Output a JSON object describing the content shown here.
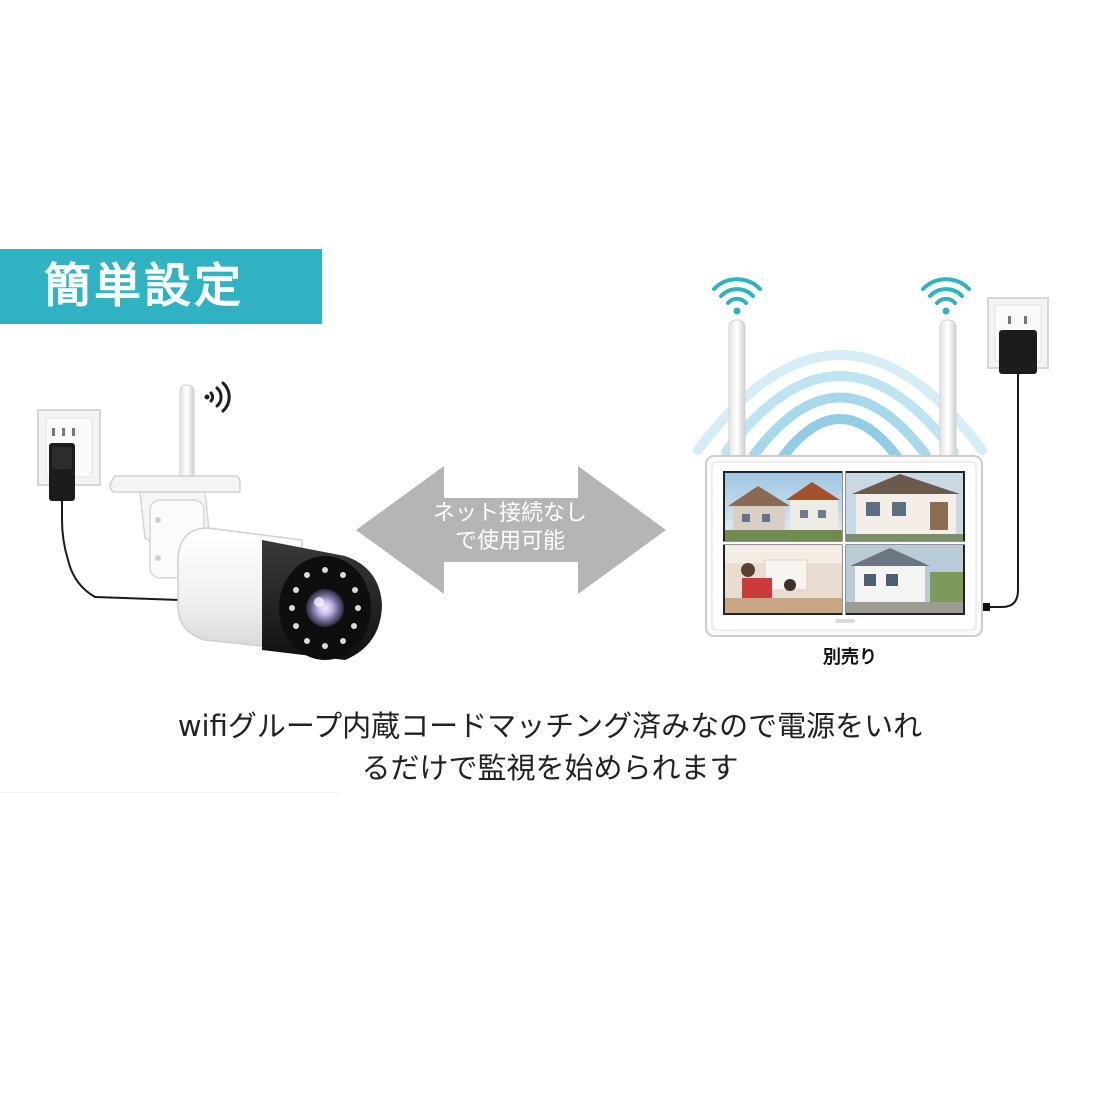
{
  "banner": {
    "title": "簡単設定",
    "color": "#2fb3c3"
  },
  "arrow": {
    "label_line1": "ネット接続なし",
    "label_line2": "で使用可能",
    "color": "#b5b5b5"
  },
  "monitor": {
    "sold_separately": "別売り",
    "accent": "#2fb3c3"
  },
  "caption": {
    "line1": "wifiグループ内蔵コードマッチング済みなので電源をいれ",
    "line2": "るだけで監視を始められます"
  },
  "icons": [
    "wifi-icon",
    "power-outlet-icon",
    "power-plug-icon",
    "security-camera-icon",
    "monitor-icon",
    "double-arrow-icon"
  ]
}
